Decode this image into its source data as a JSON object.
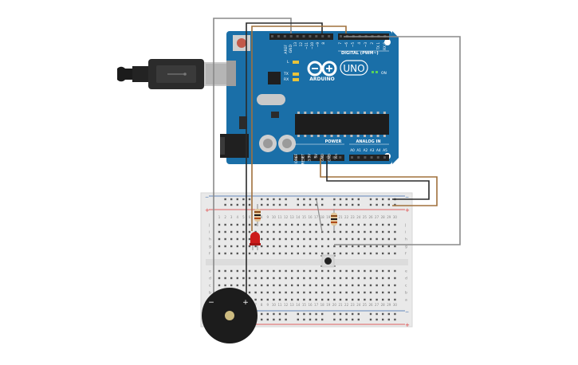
{
  "board": {
    "brand": "ARDUINO",
    "model": "UNO",
    "on_label": "ON",
    "led_l": "L",
    "led_tx": "TX",
    "led_rx": "RX",
    "digital_label": "DIGITAL (PWM~)",
    "power_label": "POWER",
    "analog_label": "ANALOG IN",
    "aref": "AREF",
    "gnd": "GND",
    "power_pins": [
      "IOREF",
      "RESET",
      "3.3V",
      "5V",
      "GND",
      "GND",
      "Vin"
    ],
    "analog_pins": [
      "A0",
      "A1",
      "A2",
      "A3",
      "A4",
      "A5"
    ],
    "digital_pins": [
      "13",
      "12",
      "~11",
      "~10",
      "~9",
      "8",
      "7",
      "~6",
      "~5",
      "4",
      "~3",
      "2",
      "TX 1",
      "RX 0"
    ]
  },
  "breadboard": {
    "rows_top": [
      "j",
      "i",
      "h",
      "g",
      "f"
    ],
    "rows_bottom": [
      "e",
      "d",
      "c",
      "b",
      "a"
    ],
    "columns": [
      "1",
      "2",
      "3",
      "4",
      "5",
      "6",
      "7",
      "8",
      "9",
      "10",
      "11",
      "12",
      "13",
      "14",
      "15",
      "16",
      "17",
      "18",
      "19",
      "20",
      "21",
      "22",
      "23",
      "24",
      "25",
      "26",
      "27",
      "28",
      "29",
      "30"
    ],
    "plus": "+",
    "minus": "−"
  },
  "buzzer": {
    "minus": "−",
    "plus": "+"
  },
  "colors": {
    "board": "#1a6fa8",
    "board_dark": "#0f5585",
    "breadboard": "#e9e9e9",
    "rail_red": "#d33",
    "rail_blue": "#36a",
    "wire_gray": "#8a8a8a",
    "wire_black": "#2a2a2a",
    "wire_brown": "#a0703c",
    "led": "#cc1a1a"
  }
}
